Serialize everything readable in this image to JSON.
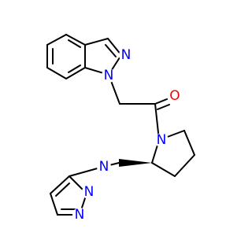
{
  "molecule": {
    "atoms": {
      "n1": {
        "symbol": "N",
        "color": "#0000ff"
      },
      "n2": {
        "symbol": "N",
        "color": "#0000ff"
      },
      "o1": {
        "symbol": "O",
        "color": "#ff0000"
      },
      "n3": {
        "symbol": "N",
        "color": "#0000ff"
      },
      "n4": {
        "symbol": "N",
        "color": "#0000ff"
      },
      "n5": {
        "symbol": "N",
        "color": "#0000ff"
      },
      "n6": {
        "symbol": "N",
        "color": "#0000ff"
      }
    },
    "bond_color": "#000000"
  }
}
